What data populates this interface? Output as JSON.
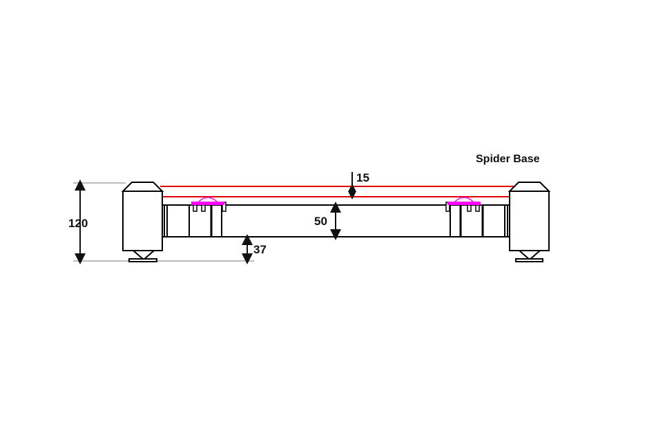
{
  "title": "Spider Base",
  "dimensions": {
    "overall_height": "120",
    "beam_height": "50",
    "ground_clearance": "37",
    "top_gap": "15"
  },
  "colors": {
    "outline": "#000000",
    "shelf_lines": "#e00000",
    "spike_pads": "#ff00ff"
  }
}
